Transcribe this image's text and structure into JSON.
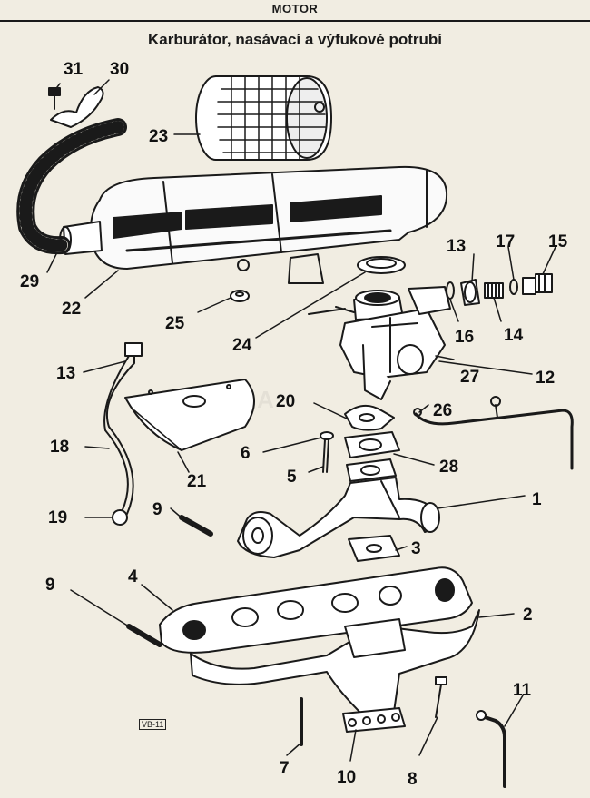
{
  "header": {
    "section": "MOTOR",
    "title": "Karburátor, nasávací a výfukové potrubí"
  },
  "watermark": "PRAGA",
  "diagram_code": "VB-11",
  "callouts": {
    "c1": "1",
    "c2": "2",
    "c3": "3",
    "c4": "4",
    "c5": "5",
    "c6": "6",
    "c7": "7",
    "c8": "8",
    "c9a": "9",
    "c9b": "9",
    "c10": "10",
    "c11": "11",
    "c12": "12",
    "c13a": "13",
    "c13b": "13",
    "c14": "14",
    "c15": "15",
    "c16": "16",
    "c17": "17",
    "c18": "18",
    "c19": "19",
    "c20": "20",
    "c21": "21",
    "c22": "22",
    "c23": "23",
    "c24": "24",
    "c25": "25",
    "c26": "26",
    "c27": "27",
    "c28": "28",
    "c29": "29",
    "c30": "30",
    "c31": "31"
  }
}
